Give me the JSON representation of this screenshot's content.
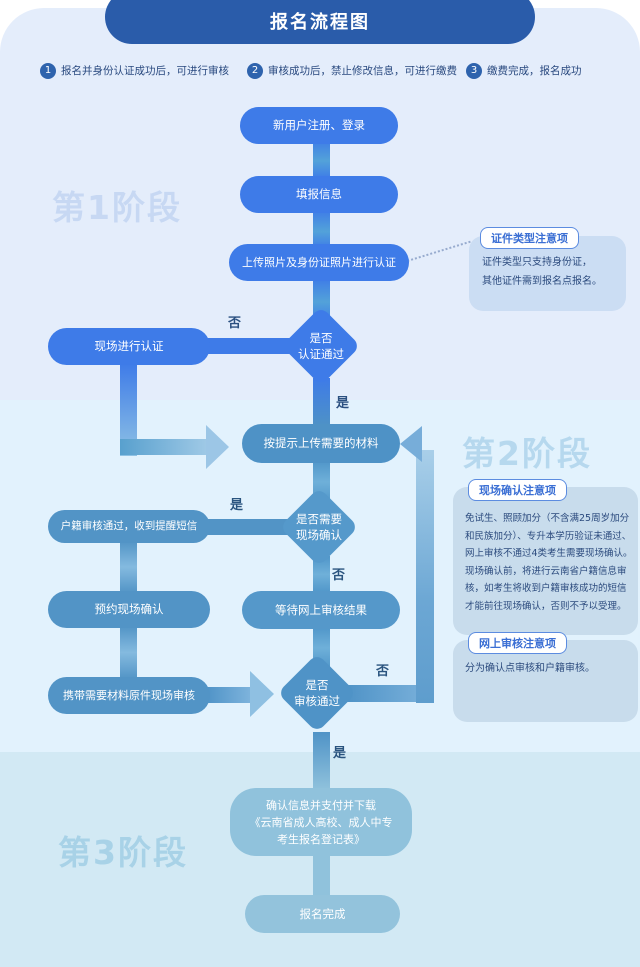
{
  "header": {
    "title": "报名流程图"
  },
  "legend": [
    {
      "num": "1",
      "text": "报名并身份认证成功后，可进行审核"
    },
    {
      "num": "2",
      "text": "审核成功后，禁止修改信息，可进行缴费"
    },
    {
      "num": "3",
      "text": "缴费完成，报名成功"
    }
  ],
  "stages": [
    {
      "label": "第1阶段"
    },
    {
      "label": "第2阶段"
    },
    {
      "label": "第3阶段"
    }
  ],
  "nodes": {
    "register": "新用户注册、登录",
    "fill_info": "填报信息",
    "upload_photo": "上传照片及身份证照片进行认证",
    "auth_decision": "是否\n认证通过",
    "onsite_auth": "现场进行认证",
    "upload_materials": "按提示上传需要的材料",
    "onsite_confirm_decision": "是否需要\n现场确认",
    "hukou_pass": "户籍审核通过，收到提醒短信",
    "book_onsite": "预约现场确认",
    "wait_online_review": "等待网上审核结果",
    "bring_materials": "携带需要材料原件现场审核",
    "review_decision": "是否\n审核通过",
    "confirm_pay_download": "确认信息并支付并下载\n《云南省成人高校、成人中专\n考生报名登记表》",
    "done": "报名完成"
  },
  "branches": {
    "auth_no": "否",
    "auth_yes": "是",
    "confirm_yes": "是",
    "confirm_no": "否",
    "review_no": "否",
    "review_yes": "是"
  },
  "notes": [
    {
      "title": "证件类型注意项",
      "body": "证件类型只支持身份证，\n其他证件需到报名点报名。"
    },
    {
      "title": "现场确认注意项",
      "body": "免试生、照顾加分（不含满25周岁加分\n和民族加分）、专升本学历验证未通过、\n网上审核不通过4类考生需要现场确认。\n现场确认前，将进行云南省户籍信息审\n核，如考生将收到户籍审核成功的短信\n才能前往现场确认，否则不予以受理。"
    },
    {
      "title": "网上审核注意项",
      "body": "分为确认点审核和户籍审核。"
    }
  ],
  "colors": {
    "header_bg": "#2a5caa",
    "stage1_bg": "#e4edfb",
    "stage2_bg": "#e2f2fd",
    "stage3_bg": "#d2e9f4",
    "node_blue": "#3e7be8",
    "node_steel": "#5294c6",
    "node_light": "#90c2dc",
    "note_chip_text": "#3b6fd4",
    "note_body_text": "#2c4b7e"
  }
}
